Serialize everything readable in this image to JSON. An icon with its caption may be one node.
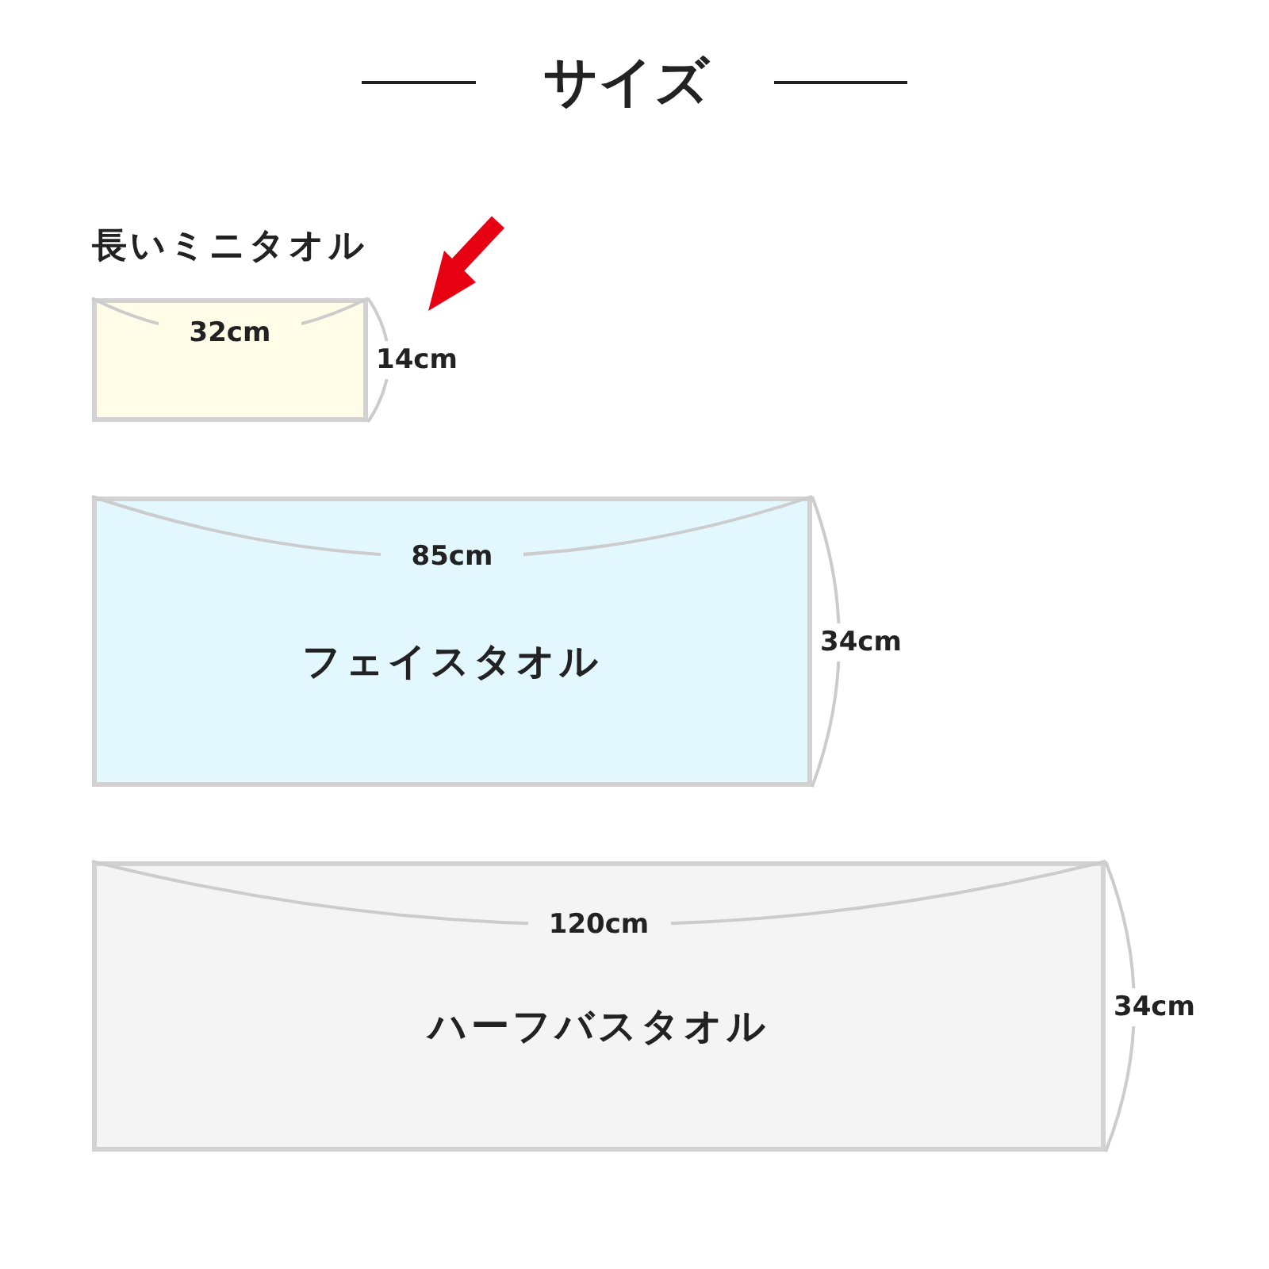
{
  "diagram": {
    "title": "サイズ",
    "nodes": [
      {
        "text": [
          "長いミニタオル"
        ]
      },
      {
        "text": [
          "フェイスタオル"
        ]
      },
      {
        "text": [
          "ハーフバスタオル"
        ]
      }
    ],
    "labels": [
      "32cm",
      "14cm",
      "85cm",
      "34cm",
      "120cm",
      "34cm"
    ]
  }
}
